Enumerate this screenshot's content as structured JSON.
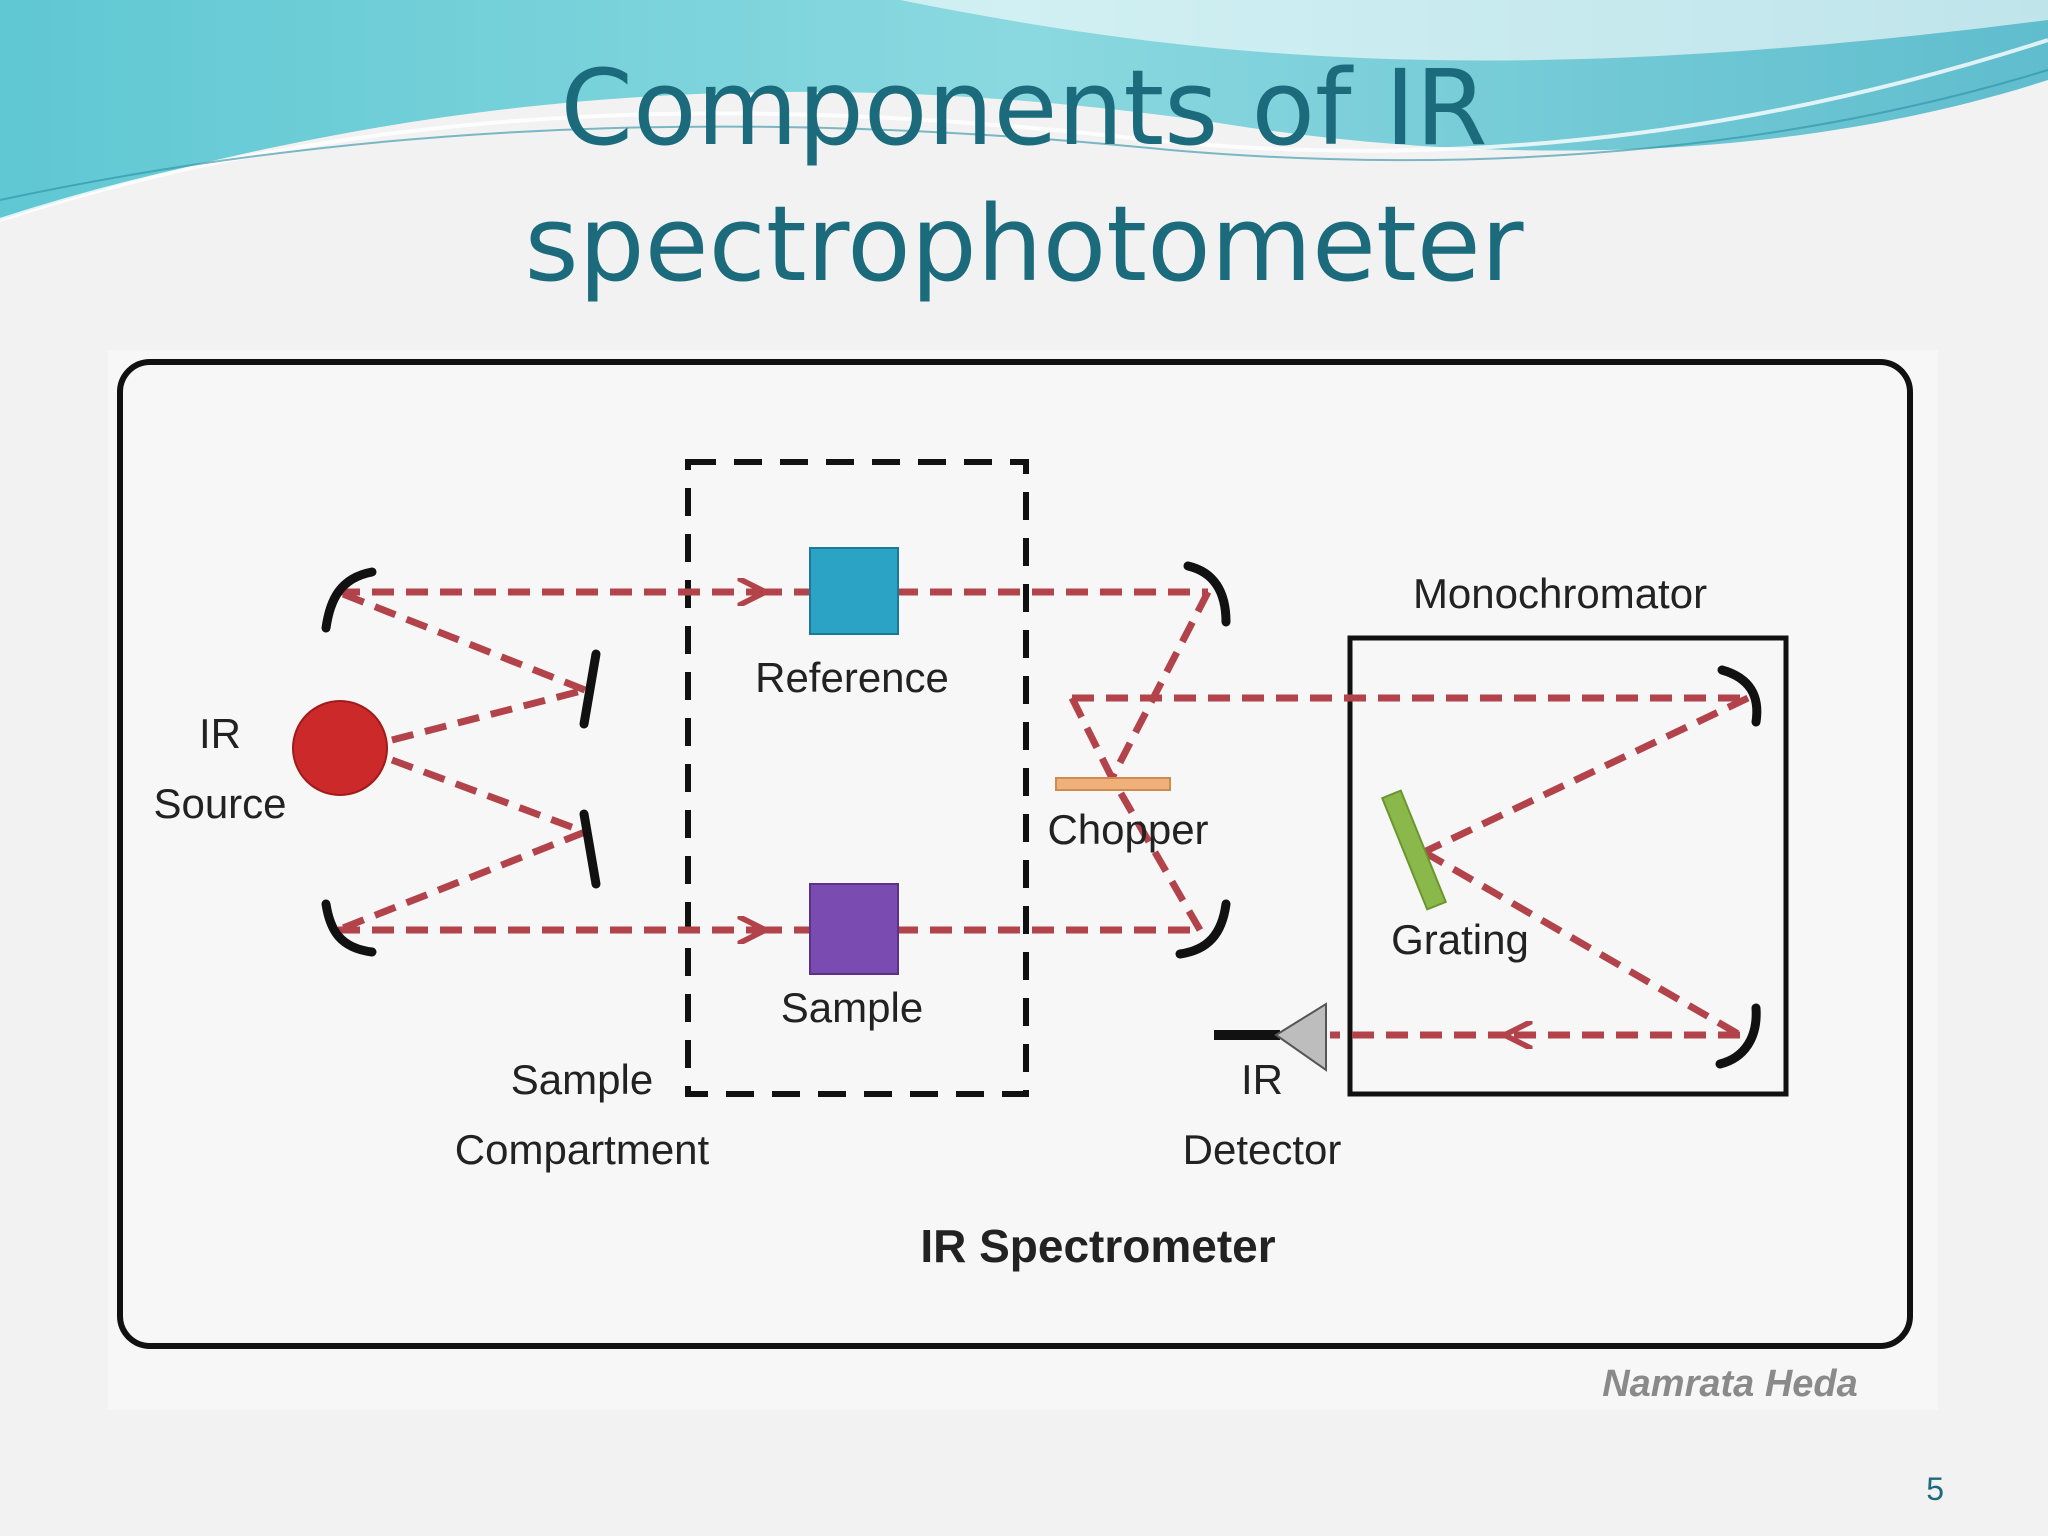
{
  "slide": {
    "title_line1": "Components of IR",
    "title_line2": "spectrophotometer",
    "page_number": "5"
  },
  "diagram": {
    "labels": {
      "ir_source_line1": "IR",
      "ir_source_line2": "Source",
      "reference": "Reference",
      "sample": "Sample",
      "sample_compartment_line1": "Sample",
      "sample_compartment_line2": "Compartment",
      "chopper": "Chopper",
      "monochromator": "Monochromator",
      "grating": "Grating",
      "ir_detector_line1": "IR",
      "ir_detector_line2": "Detector",
      "caption": "IR Spectrometer"
    },
    "watermark": "Namrata Heda",
    "colors": {
      "beam": "#b3434a",
      "source": "#cc2a2a",
      "reference": "#2aa3c4",
      "sample": "#7a4bb0",
      "chopper": "#f0b07a",
      "grating": "#8ab84a",
      "title": "#1b6b7c"
    }
  }
}
